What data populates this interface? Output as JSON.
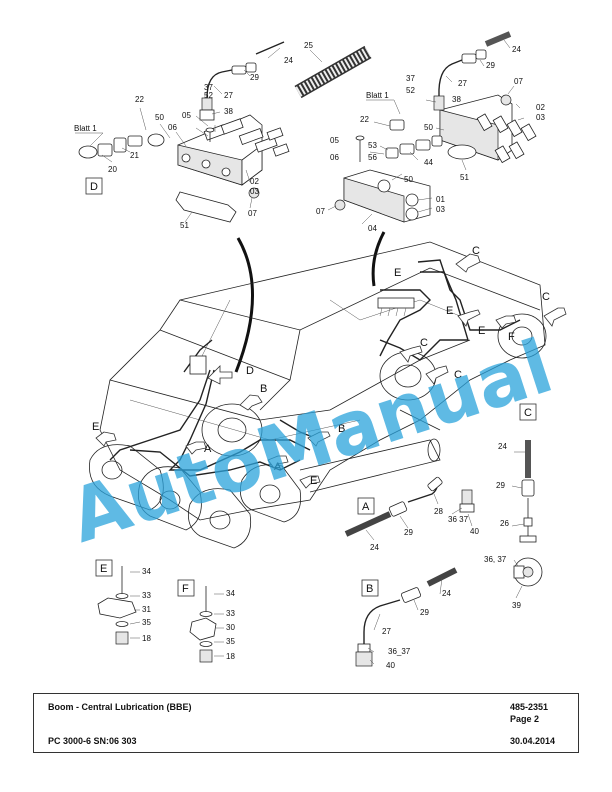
{
  "title_block": {
    "title": "Boom - Central Lubrication (BBE)",
    "doc_number": "485-2351",
    "page": "Page 2",
    "machine": "PC 3000-6 SN:06 303",
    "date": "30.04.2014"
  },
  "watermark": "AutoManual",
  "view_labels": {
    "D": "D",
    "A": "A",
    "B": "B",
    "C": "C",
    "E": "E",
    "F": "F",
    "blatt_left": "Blatt 1",
    "blatt_right": "Blatt 1"
  },
  "callouts": {
    "n01": "01",
    "n02": "02",
    "n03": "03",
    "n04": "04",
    "n05": "05",
    "n06": "06",
    "n07": "07",
    "n18": "18",
    "n20": "20",
    "n21": "21",
    "n22": "22",
    "n24": "24",
    "n25": "25",
    "n26": "26",
    "n27": "27",
    "n28": "28",
    "n29": "29",
    "n30": "30",
    "n31": "31",
    "n33": "33",
    "n34": "34",
    "n35": "35",
    "n36_37": "36_37",
    "n36_37s": "36 37",
    "n36c37": "36, 37",
    "n37": "37",
    "n38": "38",
    "n39": "39",
    "n40": "40",
    "n44": "44",
    "n50": "50",
    "n51": "51",
    "n52": "52",
    "n53": "53",
    "n56": "56"
  }
}
